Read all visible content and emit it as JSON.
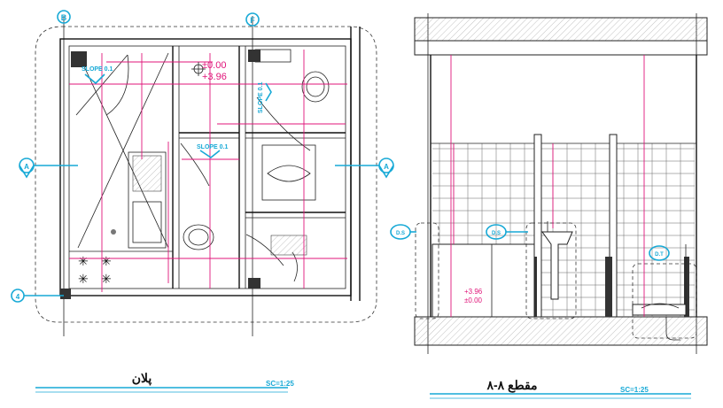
{
  "plan": {
    "title": "پلان",
    "scale": "SC=1:25",
    "grid_top_left": "B",
    "grid_top_right": "F",
    "grid_side": "A",
    "grid_bottom": "4",
    "slope_1": "SLOPE 0.1",
    "slope_2": "SLOPE 0.1",
    "slope_3": "SLOPE 0.1",
    "level_top": "±0.00",
    "level_bottom": "+3.96"
  },
  "section": {
    "title": "۸-۸ مقطع",
    "scale": "SC=1:25",
    "detail_left": "D.S",
    "detail_mid": "D.S",
    "detail_right": "D.T",
    "level_top": "+3.96",
    "level_bottom": "±0.00"
  },
  "colors": {
    "annotation": "#17a9d6",
    "dimension": "#e0157a",
    "line": "#111111"
  }
}
